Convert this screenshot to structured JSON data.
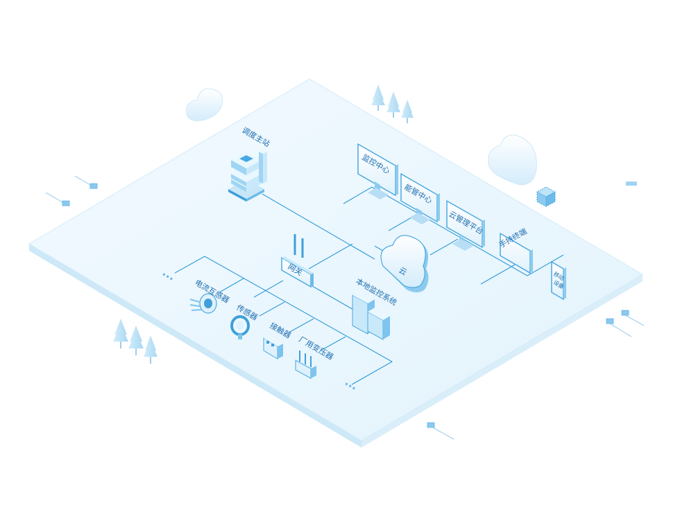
{
  "diagram": {
    "nodes": {
      "dispatch_master": "调度主站",
      "monitor_center": "监控中心",
      "energy_center": "能管中心",
      "cloud_platform": "云管理平台",
      "handheld": "手持终端",
      "mobile": "移动设备",
      "cloud": "云",
      "gateway": "网关",
      "local_monitor": "本地监控系统",
      "current_transformer": "电流互感器",
      "sensor": "传感器",
      "contactor": "接触器",
      "station_transformer": "厂用变压器"
    },
    "ellipsis": "..."
  },
  "colors": {
    "platform_top": "#e9f6fd",
    "platform_edge": "#cfe9f8",
    "line": "#2d9ad6",
    "device_light": "#d7efff",
    "device_dark": "#58b6ea",
    "label": "#1f6fb0"
  }
}
